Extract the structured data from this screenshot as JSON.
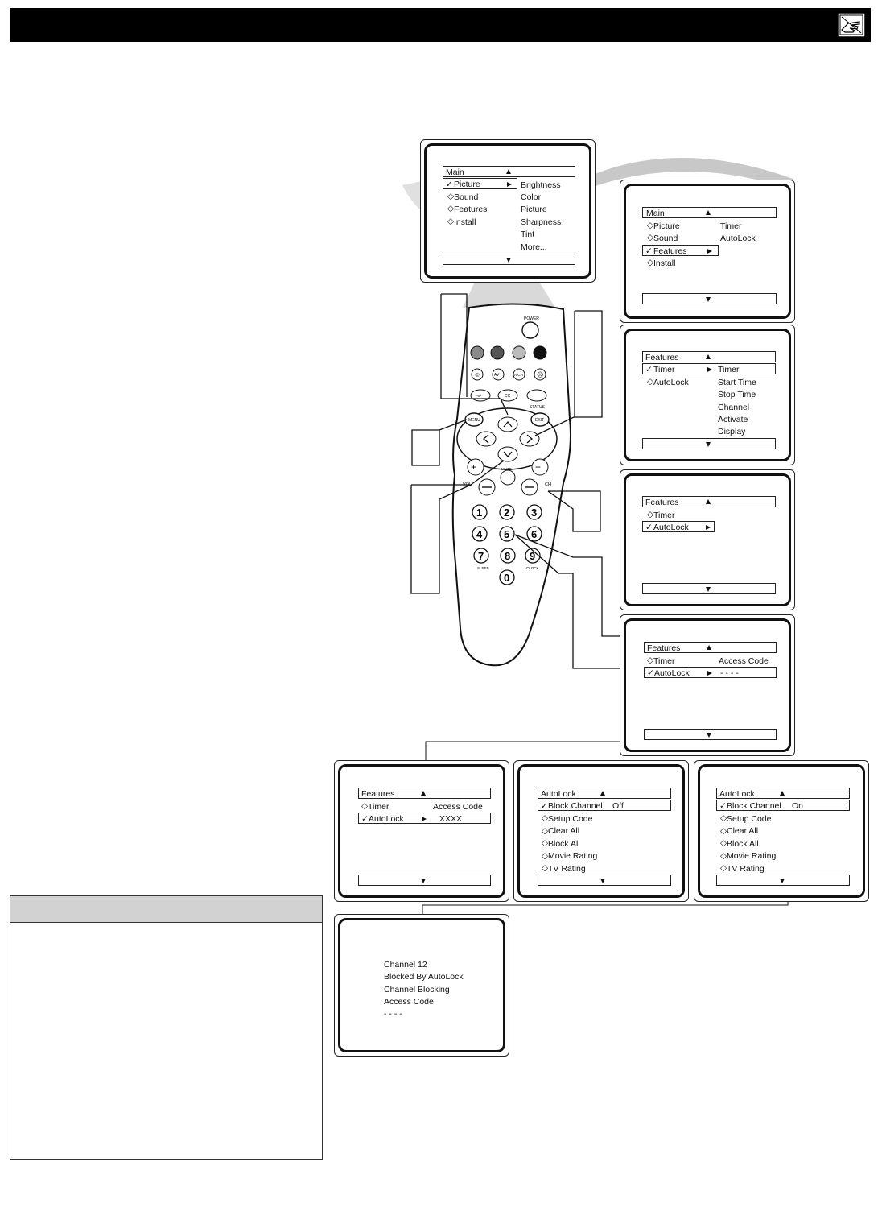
{
  "screens": {
    "s1": {
      "header": "Main",
      "left": [
        "Picture",
        "Sound",
        "Features",
        "Install"
      ],
      "right": [
        "Brightness",
        "Color",
        "Picture",
        "Sharpness",
        "Tint",
        "More..."
      ]
    },
    "s2": {
      "header": "Main",
      "left": [
        "Picture",
        "Sound",
        "Features",
        "Install"
      ],
      "right": [
        "Timer",
        "AutoLock"
      ]
    },
    "s3": {
      "header": "Features",
      "left": [
        "Timer",
        "AutoLock"
      ],
      "right": [
        "Timer",
        "Start Time",
        "Stop Time",
        "Channel",
        "Activate",
        "Display"
      ]
    },
    "s4": {
      "header": "Features",
      "left": [
        "Timer",
        "AutoLock"
      ]
    },
    "s5": {
      "header": "Features",
      "left": [
        "Timer",
        "AutoLock"
      ],
      "right_label": "Access Code",
      "value": "- - - -"
    },
    "s6": {
      "header": "Features",
      "left": [
        "Timer",
        "AutoLock"
      ],
      "right_label": "Access Code",
      "value": "XXXX"
    },
    "s7": {
      "header": "AutoLock",
      "left": [
        "Block Channel",
        "Setup Code",
        "Clear All",
        "Block All",
        "Movie Rating",
        "TV Rating"
      ],
      "value": "Off"
    },
    "s8": {
      "header": "AutoLock",
      "left": [
        "Block Channel",
        "Setup Code",
        "Clear All",
        "Block All",
        "Movie Rating",
        "TV Rating"
      ],
      "value": "On"
    },
    "s9": {
      "lines": [
        "Channel 12",
        "Blocked By AutoLock",
        "Channel Blocking",
        "Access Code",
        "- - - -"
      ]
    }
  },
  "remote": {
    "power": "POWER",
    "status": "STATUS",
    "menu": "MENU",
    "exit": "EXIT",
    "mute": "MUTE",
    "vol": "VOL",
    "ch": "CH",
    "cc": "CC",
    "av": "AV",
    "apm": "A/CH",
    "pip": "PIP",
    "sleep": "SLEEP",
    "clock": "CLOCK",
    "digits": [
      "1",
      "2",
      "3",
      "4",
      "5",
      "6",
      "7",
      "8",
      "9",
      "0"
    ]
  },
  "colors": {
    "bar": "#000000",
    "shade": "#d2d2d2"
  }
}
